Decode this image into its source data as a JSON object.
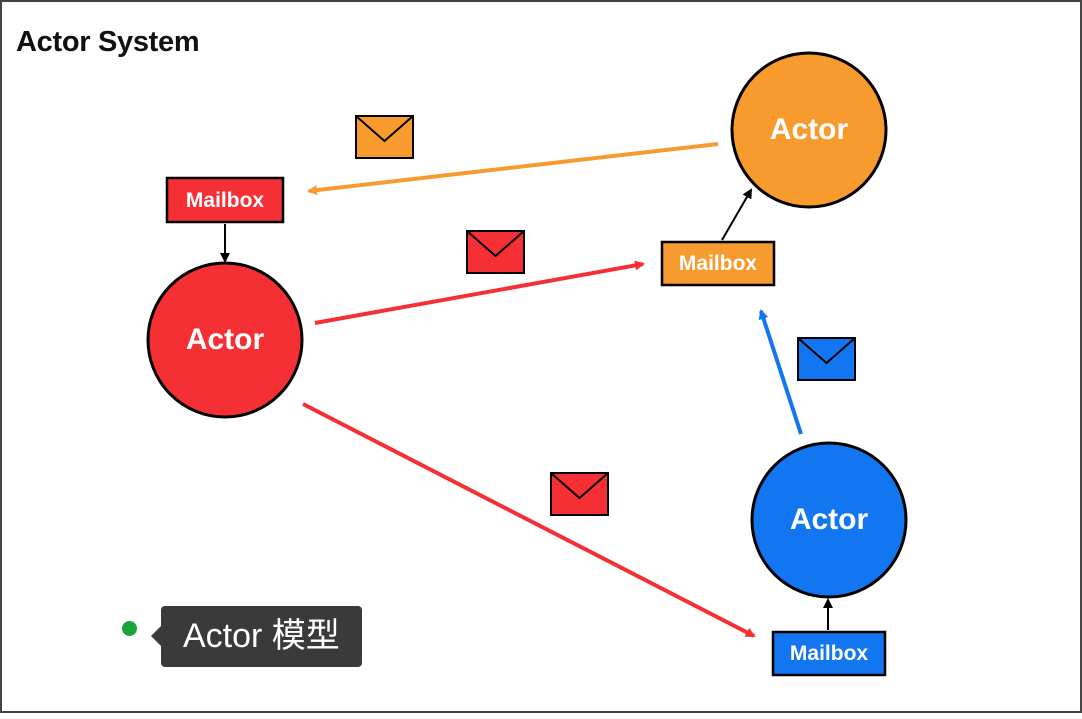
{
  "title": "Actor System",
  "caption": "Actor 模型",
  "nodes": {
    "actor_red": "Actor",
    "actor_orange": "Actor",
    "actor_blue": "Actor",
    "mailbox_red": "Mailbox",
    "mailbox_orange": "Mailbox",
    "mailbox_blue": "Mailbox"
  },
  "colors": {
    "red": "#f53034",
    "orange": "#f79b2e",
    "blue": "#1276f0",
    "caption_dot": "#1aa33a"
  }
}
